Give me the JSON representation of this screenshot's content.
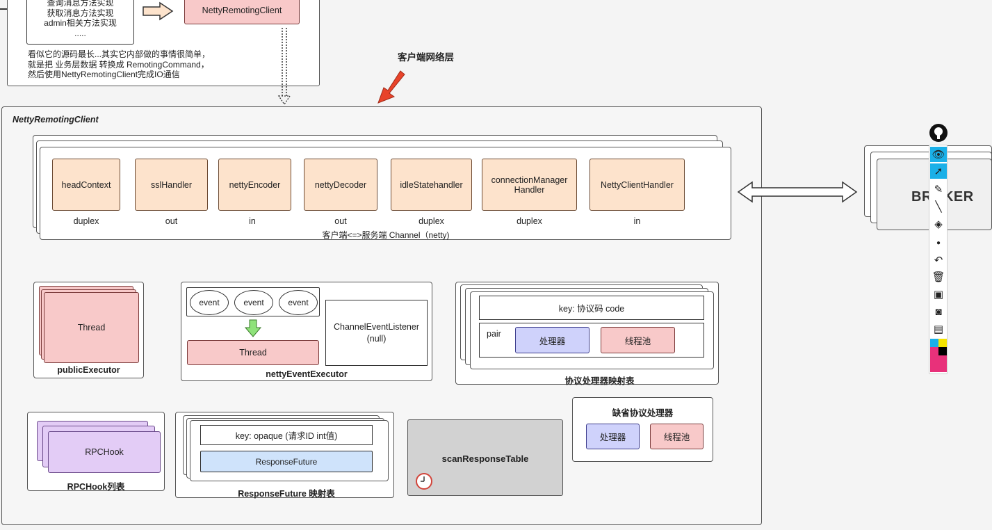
{
  "top": {
    "note_lines": [
      "查询消息方法实现",
      "获取消息方法实现",
      "admin相关方法实现",
      "....."
    ],
    "description_lines": [
      "看似它的源码最长...其实它内部做的事情很简单，",
      "就是把 业务层数据 转换成 RemotingCommand，",
      "然后使用NettyRemotingClient完成IO通信"
    ],
    "client_box_label": "NettyRemotingClient",
    "network_layer_label": "客户端网络层"
  },
  "main": {
    "title": "NettyRemotingClient",
    "pipeline": {
      "handlers": [
        {
          "name": "headContext",
          "dir": "duplex"
        },
        {
          "name": "sslHandler",
          "dir": "out"
        },
        {
          "name": "nettyEncoder",
          "dir": "in"
        },
        {
          "name": "nettyDecoder",
          "dir": "out"
        },
        {
          "name": "idleStatehandler",
          "dir": "duplex"
        },
        {
          "name": "connectionManager\nHandler",
          "dir": "duplex"
        },
        {
          "name": "NettyClientHandler",
          "dir": "in"
        }
      ],
      "caption": "客户端<=>服务端 Channel（netty)"
    },
    "public_executor": {
      "thread": "Thread",
      "label": "publicExecutor"
    },
    "netty_event_executor": {
      "events": [
        "event",
        "event",
        "event"
      ],
      "thread": "Thread",
      "listener": "ChannelEventListener\n(null)",
      "label": "nettyEventExecutor"
    },
    "processor_table": {
      "key": "key: 协议码  code",
      "pair": "pair",
      "processor": "处理器",
      "pool": "线程池",
      "label": "协议处理器映射表"
    },
    "rpc_hook": {
      "item": "RPCHook",
      "label": "RPCHook列表"
    },
    "response_table": {
      "key": "key: opaque (请求ID int值)",
      "future": "ResponseFuture",
      "label": "ResponseFuture 映射表"
    },
    "scan_table": {
      "label": "scanResponseTable"
    },
    "default_processor": {
      "title": "缺省协议处理器",
      "processor": "处理器",
      "pool": "线程池"
    }
  },
  "broker": {
    "label": "BROKER"
  },
  "toolbar": {
    "items": [
      "logo-icon",
      "eye-icon",
      "pointer-icon",
      "pen-icon",
      "line-icon",
      "eraser-icon",
      "dot-icon",
      "undo-icon",
      "trash-icon",
      "whiteboard-icon",
      "camera-icon",
      "clipboard-icon",
      "color-palette"
    ],
    "colors": [
      "#1ab0e8",
      "#f5e400",
      "#e8317a",
      "#000000"
    ]
  }
}
